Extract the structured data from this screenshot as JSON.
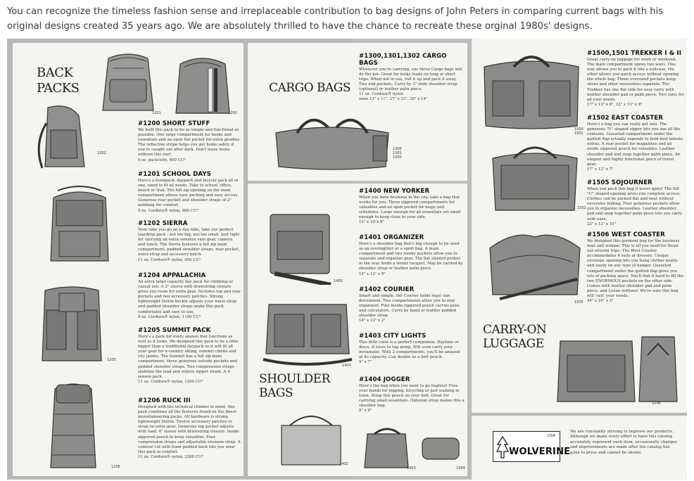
{
  "intro": "You can recognize the timeless fashion sense and irreplaceable contribution to bag designs of John Peters in comparing current bags with his original designs created 35 years ago. We are absolutely thrilled to have the chance to recreate these orginal 1980s' designs.",
  "headings": {
    "backpacks_1": "BACK",
    "backpacks_2": "PACKS",
    "cargo": "CARGO BAGS",
    "shoulder_1": "SHOULDER",
    "shoulder_2": "BAGS",
    "carryon_1": "CARRY-ON",
    "carryon_2": "LUGGAGE"
  },
  "backpacks": [
    {
      "title": "#1200 SHORT STUFF",
      "desc": "We built this pack to be as simple and functional as possible. One large compartment for books and essentials and an open flat pocket for extra goodies. The reflective stripe helps you get home safely if you're caught out after dark. Don't leave home without this one!",
      "spec": "6 oz. packcloth, 600 CU³"
    },
    {
      "title": "#1201 SCHOOL DAYS",
      "desc": "Here's a bookpack, daypack and bicycle pack all in one, sized to fit all needs. Take to school, office, beach or trail. The full zip opening on the main compartment allows easy packing and easy access. Generous rear pocket and shoulder straps of 2\" webbing for comfort.",
      "spec": "9 oz. Cordura® nylon, 860 CU³"
    },
    {
      "title": "#1202 SIERRA",
      "desc": "Next time you go on a day hike, take our perfect teardrop pack - not too big, not too small. Just right for carrying an extra sweater, rain gear, camera and lunch. The Sierra features a full zip main compartment, padded shoulder straps, rear pocket, waist strap and accessory patch.",
      "spec": "11 oz. Cordura® nylon, 950 CU³"
    },
    {
      "title": "#1204 APPALACHIA",
      "desc": "An extra large capacity day pack for climbing or casual use. A 2\" sleeve with drawstring closure gives you room for extra gear. Includes top and rear pockets and two accessory patches. Strong lightweight Delrin buckle adjusts your waist strap and padded shoulder straps make this pack comfortable and easy to use.",
      "spec": "9 oz. Cordura® nylon, 1100 CU³"
    },
    {
      "title": "#1205 SUMMIT PACK",
      "desc": "Here's a pack for every season that functions as well as it looks. We designed this pack to be a little bigger than a traditional daypack so it will fit all your gear for x-country skiing, summit climbs and city jaunts. The Summit has a full zip main compartment, three generous outside pockets and padded shoulder straps. Two compression straps stabilize the load and relieve zipper strain. A 4-season pack.",
      "spec": "11 oz. Cordura® nylon, 1200 CU³"
    },
    {
      "title": "#1206 RUCK III",
      "desc": "Designed with the technical climber in mind, this pack combines all the features found on the finest mountaineering packs. All hardware is strong lightweight Delrin. Twelve accessory patches to strap on extra gear. Generous top pocket adjusts with load. 4\" sleeve with drawstring closure. Inside zippered pouch to keep valuables. Four compression straps and adjustable sternum strap. A contour cut with foam padded back lets you wear this pack in comfort.",
      "spec": "11 oz. Cordura® nylon, 2200 CU³"
    }
  ],
  "backpack_numbers": [
    "1201",
    "1200",
    "1202",
    "1205",
    "1206"
  ],
  "cargo": {
    "title": "#1300,1301,1302 CARGO BAGS",
    "desc": "Whatever you're carrying, our three Cargo bags will do the job. Great for bulky loads on long or short trips. When not in use, roll it up and pack it away. Two end pockets. Carry by 2\" wide shoulder strap (optional) or leather palm piece.",
    "spec1": "11 oz. Cordura® nylon",
    "spec2": "sizes 12\" x 11\", 27\" x 12\", 36\" x 14\"",
    "numbers": [
      "1300",
      "1301",
      "1302"
    ]
  },
  "shoulder": [
    {
      "title": "#1400 NEW YORKER",
      "desc": "When you have business in the city, take a bag that works for you. Three zippered compartments for valuables and an open pocket for maps and schedules. Large enough for all essentials yet small enough to keep close to your side.",
      "spec": "12\" x 10\"x 8\""
    },
    {
      "title": "#1401 ORGANIZER",
      "desc": "Here's a shoulder bag that's big enough to be used as an overnighter or a sport bag. A main compartment and two roomy pockets allow you to separate and organize gear. The flat slanted pocket in the rear holds a tennis racquet. May be carried by shoulder strap or leather palm piece.",
      "spec": "15\" x 12\" x 9\""
    },
    {
      "title": "#1402 COURIER",
      "desc": "Smart and simple, the Courier holds legal size documents. Two compartments allow you to stay organized. Fine inside zippered pouch carries pens and calculators. Carry by hand or leather padded shoulder strap.",
      "spec": "14\" x 12\" x 2\""
    },
    {
      "title": "#1403 CITY LIGHTS",
      "desc": "This little cutie is a perfect companion. Daytime or disco, it loves to tag along. Will even carry your instamatic. With 2 compartments, you'll be amazed at its capacity. Can double as a belt pouch.",
      "spec": "9\" x 7\""
    },
    {
      "title": "#1404 JOGGER",
      "desc": "Here's the bag when you want to go bagless! Free your hands for jogging, bicycling or just walking in town. Strap this pouch on your belt. Great for carrying small essentials. Optional strap makes this a shoulder bag.",
      "spec": "9\" x 8\""
    }
  ],
  "shoulder_numbers": [
    "1400",
    "1401",
    "1402",
    "1403",
    "1404"
  ],
  "luggage": [
    {
      "title": "#1500,1501 TREKKER I & II",
      "desc": "Great carry-on luggage for week or weekend. The main compartment opens two ways. One way allows you to pack it like a suitcase, the other allows you quick access without opening the whole bag. Three oversized pockets keep shoes and other necessities separate. The Trekker has one flat side for easy carry with leather shoulder pad or palm piece. Two sizes for all your needs.",
      "spec": "17\" x 12\" x 8\", 22\" x 13\" x 9\""
    },
    {
      "title": "#1502 EAST COASTER",
      "desc": "Here's a bag you can really get into. The generous \"U\" shaped zipper lets you see all the contents. Gusseted compartment under the quilted flap actually expands to hold best minute extras. A rear pocket for magazines and an inside zippered pouch for valuables. Leather shoulder pad and snap together palm piece. An elegant and highly functional piece of travel gear.",
      "spec": "17\" x 12\" x 7\""
    },
    {
      "title": "#1505 SOJOURNER",
      "desc": "When you pack this bag it never quits! The full \"U\" shaped opening gives you complete access. Clothes can be packed flat and neat without excessive folding. Four generous pockets allow you to organize necessities. Leather shoulder pad and snap together palm piece lets you carry with ease.",
      "spec": "22\" x 12\" x 10\""
    },
    {
      "title": "#1506 WEST COASTER",
      "desc": "We designed this garment bag for the business man and woman. This is all you need for those out-of-town trips. The West Coaster accommodates 4 suits or dresses. Unique envelope opening lets you hang clothes neatly and easily on any type of hanger. Gusseted compartment under the quilted flap gives you lots of packing space. You'll find it hard to fill the two ENORMOUS pockets on the other side. Comes with leather shoulder pad and palm piece, and Lexan stiffener. We're sure this bag will 'suit' your needs.",
      "spec": "44\" x 24\" x 2\""
    }
  ],
  "luggage_numbers": [
    "1500",
    "1501",
    "1502",
    "1505",
    "1506"
  ],
  "brand": {
    "name": "WOLVERINE",
    "country": "USA"
  },
  "note": "We are constantly striving to improve our products. Although we make every effort to have this catalog accurately represent each item, occasionally changes and improvements are made after the catalog has gone to press and cannot be shown"
}
